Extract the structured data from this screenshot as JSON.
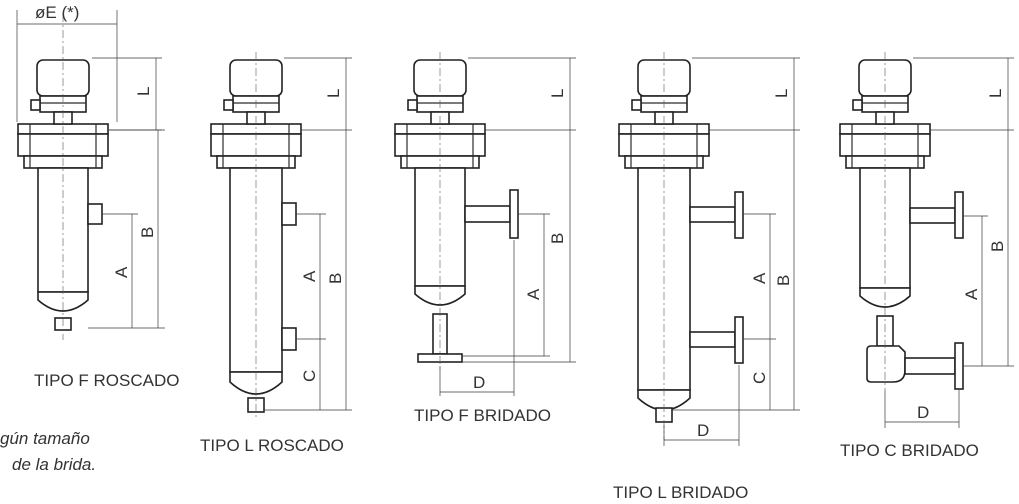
{
  "labels": {
    "diameter": "øE (*)",
    "L": "L",
    "B": "B",
    "A": "A",
    "C": "C",
    "D": "D"
  },
  "captions": {
    "tipo_f_roscado": "TIPO F ROSCADO",
    "tipo_l_roscado": "TIPO L ROSCADO",
    "tipo_f_bridado": "TIPO F BRIDADO",
    "tipo_l_bridado": "TIPO L BRIDADO",
    "tipo_c_bridado": "TIPO C BRIDADO"
  },
  "note": {
    "line1": "gún tamaño",
    "line2": "de la brida."
  }
}
